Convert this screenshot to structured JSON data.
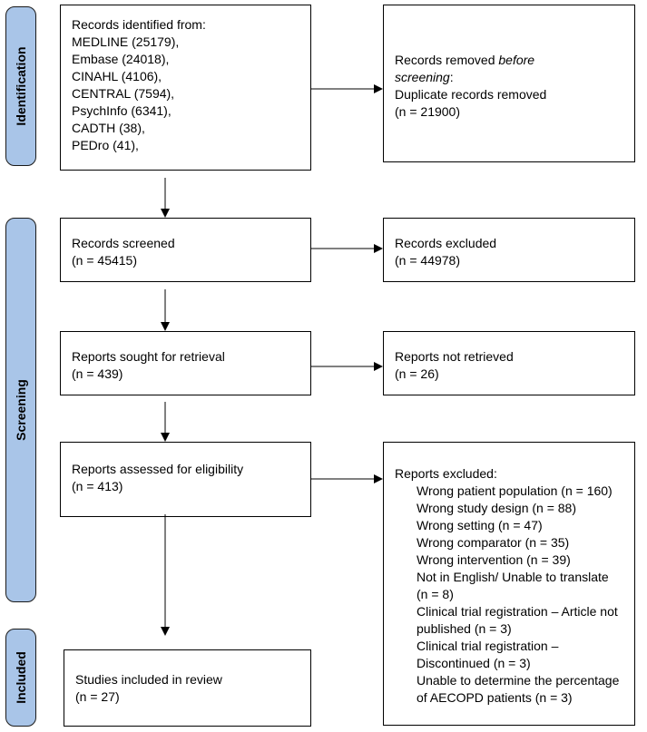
{
  "stages": {
    "identification": "Identification",
    "screening": "Screening",
    "included": "Included"
  },
  "identified": {
    "title": "Records identified from:",
    "sources": [
      "MEDLINE (25179),",
      "Embase (24018),",
      "CINAHL (4106),",
      "CENTRAL (7594),",
      "PsychInfo (6341),",
      "CADTH (38),",
      "PEDro (41),"
    ]
  },
  "removed": {
    "line1": "Records removed ",
    "line1_em": "before",
    "line2_em": "screening",
    "line2": ":",
    "line3": "Duplicate records removed",
    "line4": "(n = 21900)"
  },
  "screened": {
    "label": "Records screened",
    "count": "(n = 45415)"
  },
  "excluded_records": {
    "label": "Records excluded",
    "count": "(n = 44978)"
  },
  "sought": {
    "label": "Reports sought for retrieval",
    "count": "(n = 439)"
  },
  "not_retrieved": {
    "label": "Reports not retrieved",
    "count": "(n = 26)"
  },
  "assessed": {
    "label": "Reports assessed for eligibility",
    "count": "(n = 413)"
  },
  "reports_excluded": {
    "title": "Reports excluded:",
    "reasons": [
      "Wrong patient population (n = 160)",
      "Wrong study design (n = 88)",
      "Wrong setting (n = 47)",
      "Wrong comparator (n = 35)",
      "Wrong intervention (n = 39)",
      "Not in English/ Unable to translate",
      "(n = 8)",
      "Clinical trial registration – Article not",
      "published (n = 3)",
      "Clinical trial registration –",
      "Discontinued (n = 3)",
      "Unable to determine the percentage",
      "of AECOPD patients (n = 3)"
    ]
  },
  "included": {
    "label": "Studies included in review",
    "count": "(n = 27)"
  }
}
